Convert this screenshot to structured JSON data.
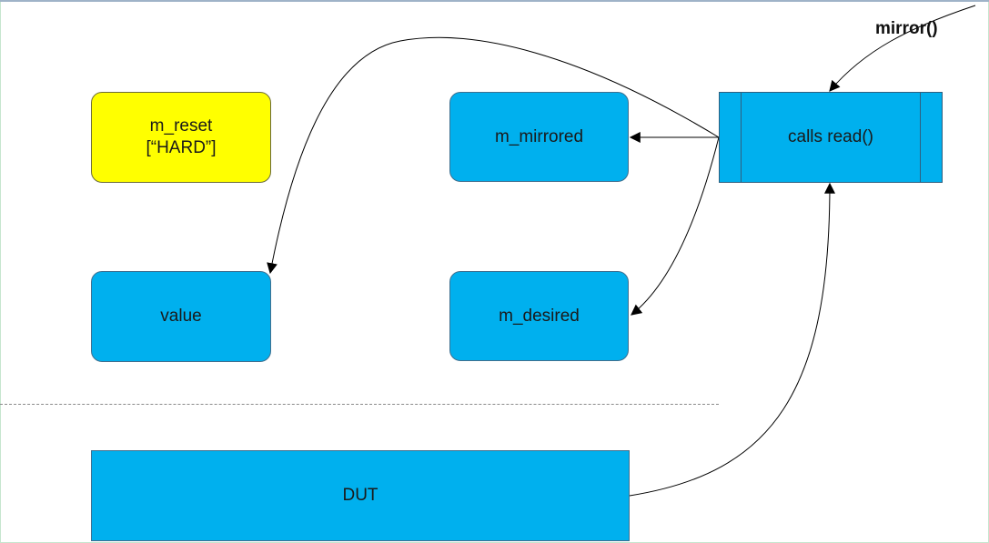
{
  "diagram": {
    "nodes": {
      "reset": {
        "line1": "m_reset",
        "line2": "[“HARD”]",
        "color": "#ffff00"
      },
      "mirrored": {
        "label": "m_mirrored",
        "color": "#00b0ee"
      },
      "value": {
        "label": "value",
        "color": "#00b0ee"
      },
      "desired": {
        "label": "m_desired",
        "color": "#00b0ee"
      },
      "dut": {
        "label": "DUT",
        "color": "#00b0ee"
      },
      "read": {
        "label": "calls read()",
        "color": "#00b0ee"
      }
    },
    "entry_label": "mirror()",
    "edges": [
      {
        "from": "mirror()",
        "to": "calls read()"
      },
      {
        "from": "calls read()",
        "to": "m_mirrored"
      },
      {
        "from": "calls read()",
        "to": "m_desired"
      },
      {
        "from": "calls read()",
        "to": "value"
      },
      {
        "from": "DUT",
        "to": "calls read()"
      }
    ]
  }
}
